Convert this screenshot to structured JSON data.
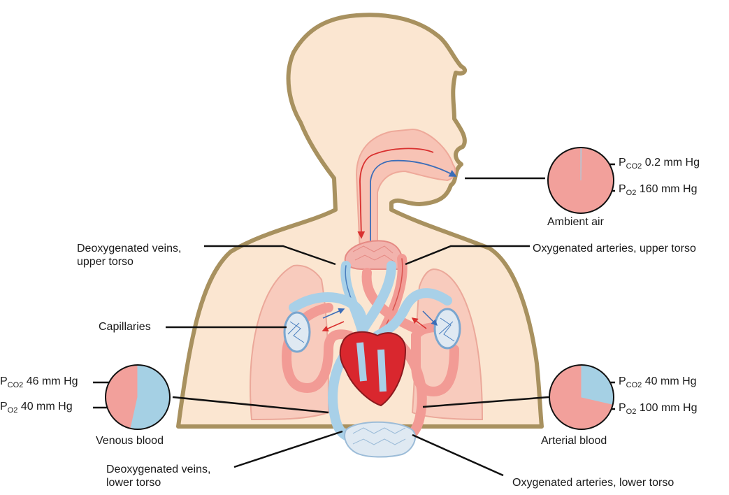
{
  "labels": {
    "deox_veins_upper_1": "Deoxygenated veins,",
    "deox_veins_upper_2": "upper torso",
    "ox_arteries_upper": "Oxygenated arteries, upper torso",
    "capillaries": "Capillaries",
    "deox_veins_lower_1": "Deoxygenated veins,",
    "deox_veins_lower_2": "lower torso",
    "ox_arteries_lower": "Oxygenated arteries, lower torso"
  },
  "pies": {
    "ambient": {
      "title": "Ambient air",
      "pco2": {
        "symbol": "P",
        "sub": "CO2",
        "value": "0.2 mm Hg",
        "fraction": 0.00125
      },
      "po2": {
        "symbol": "P",
        "sub": "O2",
        "value": "160 mm Hg",
        "fraction": 0.99875
      }
    },
    "venous": {
      "title": "Venous blood",
      "pco2": {
        "symbol": "P",
        "sub": "CO2",
        "value": "46 mm Hg",
        "fraction": 0.535
      },
      "po2": {
        "symbol": "P",
        "sub": "O2",
        "value": "40 mm Hg",
        "fraction": 0.465
      }
    },
    "arterial": {
      "title": "Arterial blood",
      "pco2": {
        "symbol": "P",
        "sub": "CO2",
        "value": "40 mm Hg",
        "fraction": 0.286
      },
      "po2": {
        "symbol": "P",
        "sub": "O2",
        "value": "100 mm Hg",
        "fraction": 0.714
      }
    }
  },
  "colors": {
    "body_fill": "#fbe6d1",
    "body_outline": "#a8915f",
    "airway": "#f7c3b5",
    "lung": "#f8cbbd",
    "artery": "#f29b95",
    "artery_dark": "#d9534f",
    "vein": "#a8d0e8",
    "vein_dark": "#4a7fbf",
    "heart": "#d9272e",
    "pie_o2": "#f2a09b",
    "pie_co2": "#a5d0e4"
  }
}
